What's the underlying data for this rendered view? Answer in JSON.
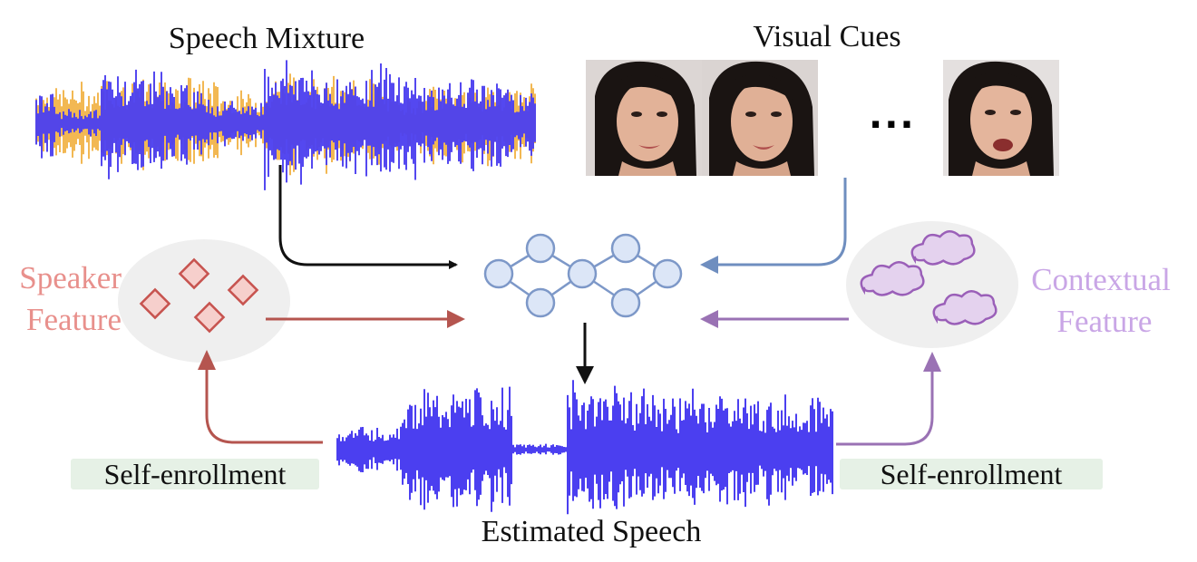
{
  "labels": {
    "speech_mixture": "Speech Mixture",
    "visual_cues": "Visual Cues",
    "speaker_feature": [
      "Speaker",
      "Feature"
    ],
    "contextual_feature": [
      "Contextual",
      "Feature"
    ],
    "self_enrollment_left": "Self-enrollment",
    "self_enrollment_right": "Self-enrollment",
    "estimated_speech": "Estimated Speech",
    "ellipsis": "..."
  },
  "colors": {
    "waveform_blue": "#4b3ff0",
    "waveform_orange": "#f2b54a",
    "speaker": "#e8908c",
    "speaker_arrow": "#b5554f",
    "contextual": "#c9a6e6",
    "contextual_arrow": "#9a72b4",
    "visual_arrow": "#6f8ebf",
    "node_fill": "#dce6f7",
    "node_stroke": "#7d98c8",
    "enroll_bg": "#e6f1e6",
    "blob_bg": "#efefef"
  },
  "icons": [
    "face-frame",
    "diamond-icon",
    "cloud-icon",
    "neural-network-icon",
    "waveform"
  ]
}
